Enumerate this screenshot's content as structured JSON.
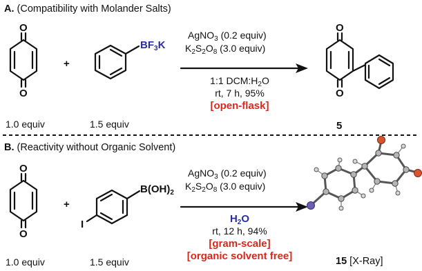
{
  "panel_a": {
    "label": "A.",
    "title": "(Compatibility with Molander Salts)",
    "reactant1_equiv": "1.0 equiv",
    "reactant2_equiv": "1.5 equiv",
    "reactant2_group": "BF3K",
    "plus": "+",
    "reagent1": "AgNO3 (0.2  equiv)",
    "reagent2": "K2S2O8 (3.0 equiv)",
    "solvent": "1:1 DCM:H2O",
    "conditions": "rt, 7 h, 95%",
    "tag": "[open-flask]",
    "product_label": "5"
  },
  "panel_b": {
    "label": "B.",
    "title": "(Reactivity without Organic Solvent)",
    "reactant1_equiv": "1.0 equiv",
    "reactant2_equiv": "1.5 equiv",
    "reactant2_group": "B(OH)2",
    "reactant2_halogen": "I",
    "plus": "+",
    "reagent1": "AgNO3 (0.2  equiv)",
    "reagent2": "K2S2O8 (3.0 equiv)",
    "solvent": "H2O",
    "conditions": "rt, 12 h, 94%",
    "tag1": "[gram-scale]",
    "tag2": "[organic solvent free]",
    "product_label": "15",
    "product_note": "[X-Ray]"
  },
  "atoms": {
    "oxygen": "O"
  },
  "colors": {
    "blue": "#2b2e9a",
    "red": "#d8281c",
    "ink": "#111111"
  }
}
